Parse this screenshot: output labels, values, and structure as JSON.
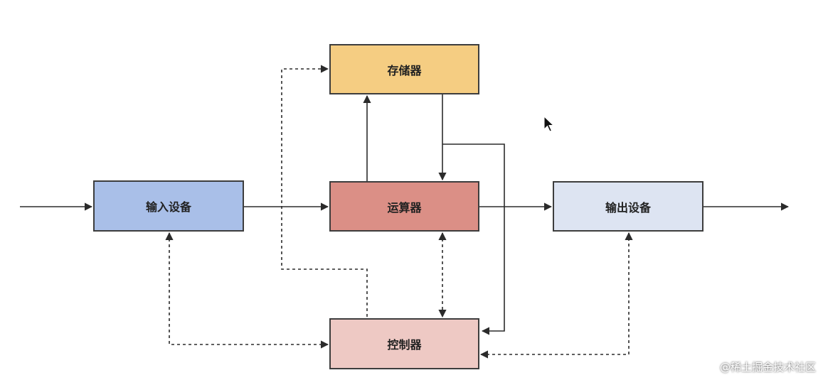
{
  "nodes": {
    "memory": {
      "label": "存储器",
      "fill": "#f5cd82"
    },
    "input": {
      "label": "输入设备",
      "fill": "#a9bfe8"
    },
    "alu": {
      "label": "运算器",
      "fill": "#db8f86"
    },
    "output": {
      "label": "输出设备",
      "fill": "#dde4f2"
    },
    "control": {
      "label": "控制器",
      "fill": "#eec9c4"
    }
  },
  "watermark": "@稀土掘金技术社区",
  "colors": {
    "line": "#2b2b2b"
  },
  "icons": {
    "cursor": "mouse-pointer-icon"
  }
}
